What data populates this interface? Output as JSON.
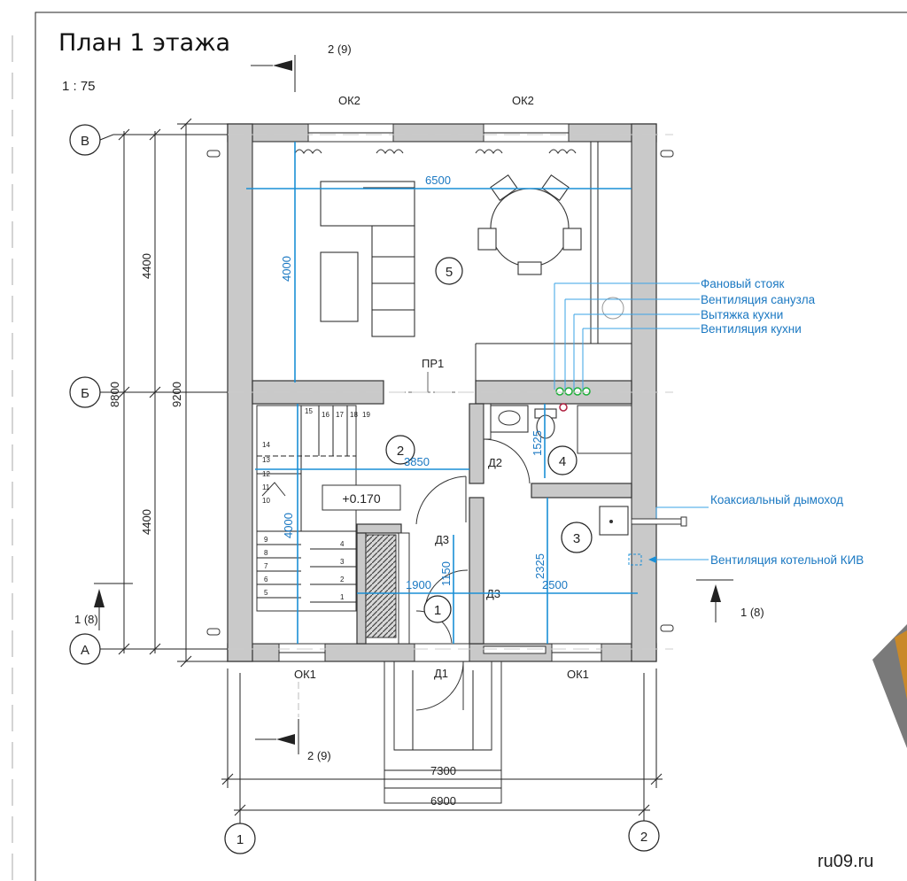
{
  "title": "План 1 этажа",
  "scale": "1 : 75",
  "site": "ru09.ru",
  "axes": {
    "v": "В",
    "b": "Б",
    "a": "А",
    "n1": "1",
    "n2": "2"
  },
  "sections": {
    "s29": "2 (9)",
    "s18": "1 (8)"
  },
  "windows": {
    "ok1": "ОК1",
    "ok2": "ОК2"
  },
  "doors": {
    "d1": "Д1",
    "d2": "Д2",
    "d3": "Д3",
    "pr1": "ПР1"
  },
  "rooms": [
    "5",
    "2",
    "4",
    "3",
    "1"
  ],
  "level": "+0.170",
  "dims": {
    "d6500": "6500",
    "d4000a": "4000",
    "d4000b": "4000",
    "d3850": "3850",
    "d1525": "1525",
    "d2325": "2325",
    "d1900": "1900",
    "d1150": "1150",
    "d2500": "2500",
    "d4400a": "4400",
    "d4400b": "4400",
    "d8800": "8800",
    "d9200": "9200",
    "d7300": "7300",
    "d6900": "6900"
  },
  "stairs": [
    "1",
    "2",
    "3",
    "4",
    "5",
    "6",
    "7",
    "8",
    "9",
    "10",
    "11",
    "12",
    "13",
    "14",
    "15",
    "16",
    "17",
    "18",
    "19"
  ],
  "callouts": {
    "c1": "Фановый стояк",
    "c2": "Вентиляция санузла",
    "c3": "Вытяжка кухни",
    "c4": "Вентиляция кухни",
    "c5": "Коаксиальный дымоход",
    "c6": "Вентиляция котельной КИВ"
  }
}
